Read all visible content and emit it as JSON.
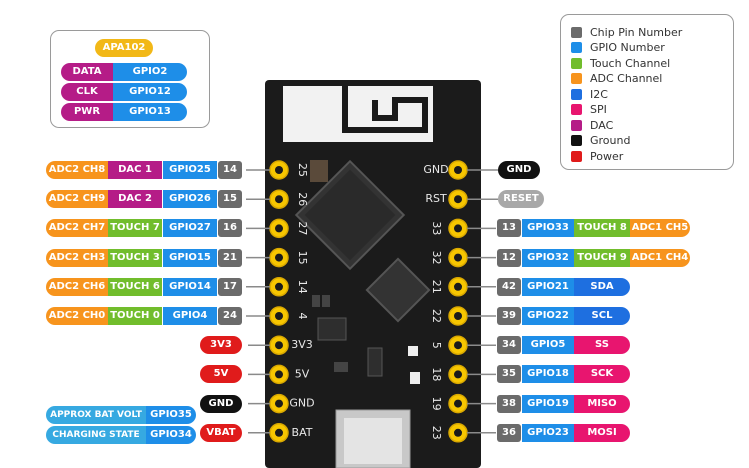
{
  "apa": {
    "title": "APA102",
    "rows": [
      {
        "fn": "DATA",
        "gpio": "GPIO2"
      },
      {
        "fn": "CLK",
        "gpio": "GPIO12"
      },
      {
        "fn": "PWR",
        "gpio": "GPIO13"
      }
    ]
  },
  "legend": [
    {
      "label": "Chip Pin Number",
      "color": "#6b6b6b"
    },
    {
      "label": "GPIO Number",
      "color": "#1e8ee8"
    },
    {
      "label": "Touch Channel",
      "color": "#71bd2c"
    },
    {
      "label": "ADC Channel",
      "color": "#f7941d"
    },
    {
      "label": "I2C",
      "color": "#1e6fe0"
    },
    {
      "label": "SPI",
      "color": "#e8156f"
    },
    {
      "label": "DAC",
      "color": "#b51c87"
    },
    {
      "label": "Ground",
      "color": "#111111"
    },
    {
      "label": "Power",
      "color": "#e01b1b"
    }
  ],
  "left_pins": [
    {
      "silk": "25",
      "num": "14",
      "gpio": "GPIO25",
      "f1": {
        "t": "DAC 1",
        "k": "dac"
      },
      "f2": {
        "t": "ADC2 CH8",
        "k": "adc"
      }
    },
    {
      "silk": "26",
      "num": "15",
      "gpio": "GPIO26",
      "f1": {
        "t": "DAC 2",
        "k": "dac"
      },
      "f2": {
        "t": "ADC2 CH9",
        "k": "adc"
      }
    },
    {
      "silk": "27",
      "num": "16",
      "gpio": "GPIO27",
      "f1": {
        "t": "TOUCH 7",
        "k": "touch"
      },
      "f2": {
        "t": "ADC2 CH7",
        "k": "adc"
      }
    },
    {
      "silk": "15",
      "num": "21",
      "gpio": "GPIO15",
      "f1": {
        "t": "TOUCH 3",
        "k": "touch"
      },
      "f2": {
        "t": "ADC2 CH3",
        "k": "adc"
      }
    },
    {
      "silk": "14",
      "num": "17",
      "gpio": "GPIO14",
      "f1": {
        "t": "TOUCH 6",
        "k": "touch"
      },
      "f2": {
        "t": "ADC2 CH6",
        "k": "adc"
      }
    },
    {
      "silk": "4",
      "num": "24",
      "gpio": "GPIO4",
      "f1": {
        "t": "TOUCH 0",
        "k": "touch"
      },
      "f2": {
        "t": "ADC2 CH0",
        "k": "adc"
      }
    },
    {
      "silk": "3V3",
      "power": "3V3",
      "kind": "pwr"
    },
    {
      "silk": "5V",
      "power": "5V",
      "kind": "pwr"
    },
    {
      "silk": "GND",
      "power": "GND",
      "kind": "gnd"
    },
    {
      "silk": "BAT",
      "power": "VBAT",
      "kind": "pwr"
    }
  ],
  "right_pins": [
    {
      "silk": "GND",
      "power": "GND",
      "kind": "gnd"
    },
    {
      "silk": "RST",
      "power": "RESET",
      "kind": "rst"
    },
    {
      "silk": "33",
      "num": "13",
      "gpio": "GPIO33",
      "f1": {
        "t": "TOUCH 8",
        "k": "touch"
      },
      "f2": {
        "t": "ADC1 CH5",
        "k": "adc"
      }
    },
    {
      "silk": "32",
      "num": "12",
      "gpio": "GPIO32",
      "f1": {
        "t": "TOUCH 9",
        "k": "touch"
      },
      "f2": {
        "t": "ADC1 CH4",
        "k": "adc"
      }
    },
    {
      "silk": "21",
      "num": "42",
      "gpio": "GPIO21",
      "f1": {
        "t": "SDA",
        "k": "i2c"
      }
    },
    {
      "silk": "22",
      "num": "39",
      "gpio": "GPIO22",
      "f1": {
        "t": "SCL",
        "k": "i2c"
      }
    },
    {
      "silk": "5",
      "num": "34",
      "gpio": "GPIO5",
      "f1": {
        "t": "SS",
        "k": "spi"
      }
    },
    {
      "silk": "18",
      "num": "35",
      "gpio": "GPIO18",
      "f1": {
        "t": "SCK",
        "k": "spi"
      }
    },
    {
      "silk": "19",
      "num": "38",
      "gpio": "GPIO19",
      "f1": {
        "t": "MISO",
        "k": "spi"
      }
    },
    {
      "silk": "23",
      "num": "36",
      "gpio": "GPIO23",
      "f1": {
        "t": "MOSI",
        "k": "spi"
      }
    }
  ],
  "battery": [
    {
      "label": "APPROX BAT VOLT",
      "gpio": "GPIO35"
    },
    {
      "label": "CHARGING STATE",
      "gpio": "GPIO34"
    }
  ]
}
